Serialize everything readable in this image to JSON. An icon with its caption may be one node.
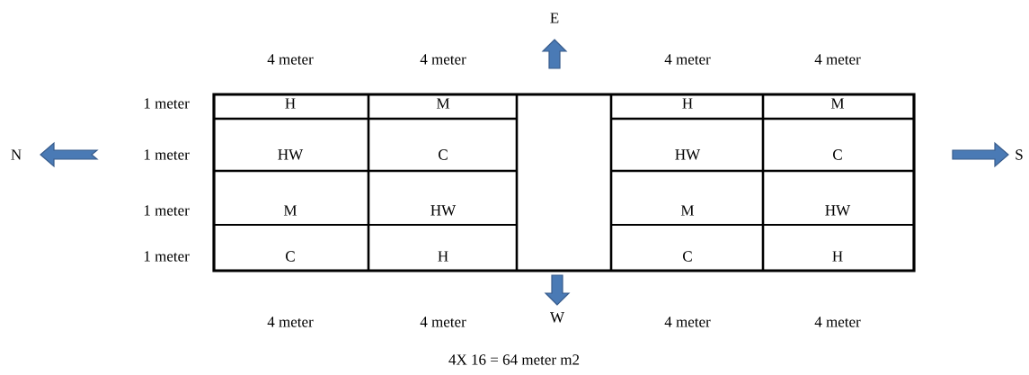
{
  "diagram": {
    "caption": "4X 16 = 64 meter m2",
    "labels": [
      "E",
      "4 meter",
      "4 meter",
      "4 meter",
      "4 meter",
      "1 meter",
      "H",
      "M",
      "H",
      "M",
      "N",
      "1 meter",
      "HW",
      "C",
      "HW",
      "C",
      "S",
      "1 meter",
      "M",
      "HW",
      "M",
      "HW",
      "1 meter",
      "C",
      "H",
      "C",
      "H",
      "4 meter",
      "4 meter",
      "W",
      "4 meter",
      "4 meter"
    ]
  }
}
